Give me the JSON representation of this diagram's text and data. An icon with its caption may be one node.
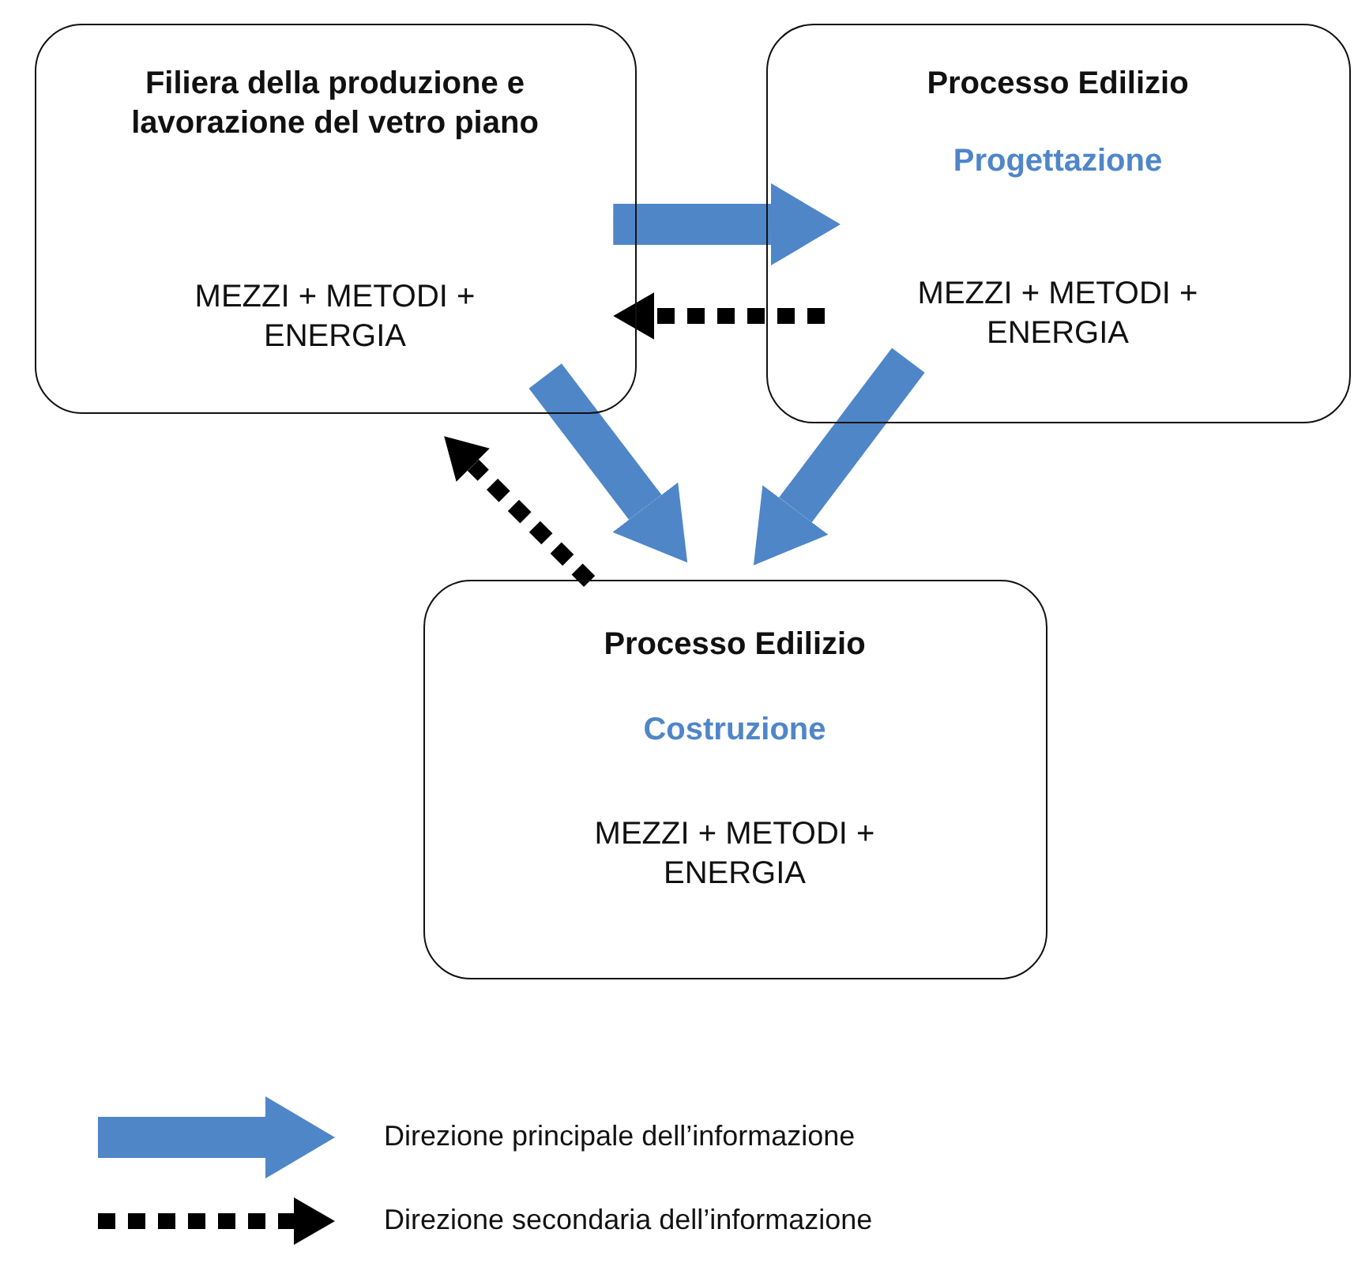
{
  "diagram": {
    "nodes": [
      {
        "text": [
          "Filiera della produzione e lavorazione del vetro piano",
          "MEZZI + METODI + ENERGIA"
        ]
      },
      {
        "text": [
          "Processo Edilizio",
          "Progettazione",
          "MEZZI + METODI + ENERGIA"
        ]
      },
      {
        "text": [
          "Processo Edilizio",
          "Costruzione",
          "MEZZI + METODI + ENERGIA"
        ]
      }
    ],
    "edges": [
      {
        "from": 0,
        "to": 1,
        "arrow": "to"
      },
      {
        "from": 1,
        "to": 0,
        "arrow": "to",
        "style": "dashed",
        "color": "#000000"
      },
      {
        "from": 0,
        "to": 2,
        "arrow": "to"
      },
      {
        "from": 1,
        "to": 2,
        "arrow": "to"
      },
      {
        "from": 2,
        "to": 0,
        "arrow": "to",
        "style": "dashed",
        "color": "#000000"
      }
    ],
    "legend": [
      {
        "text": "Direzione principale dell’informazione"
      },
      {
        "text": "Direzione secondaria dell’informazione"
      }
    ]
  }
}
